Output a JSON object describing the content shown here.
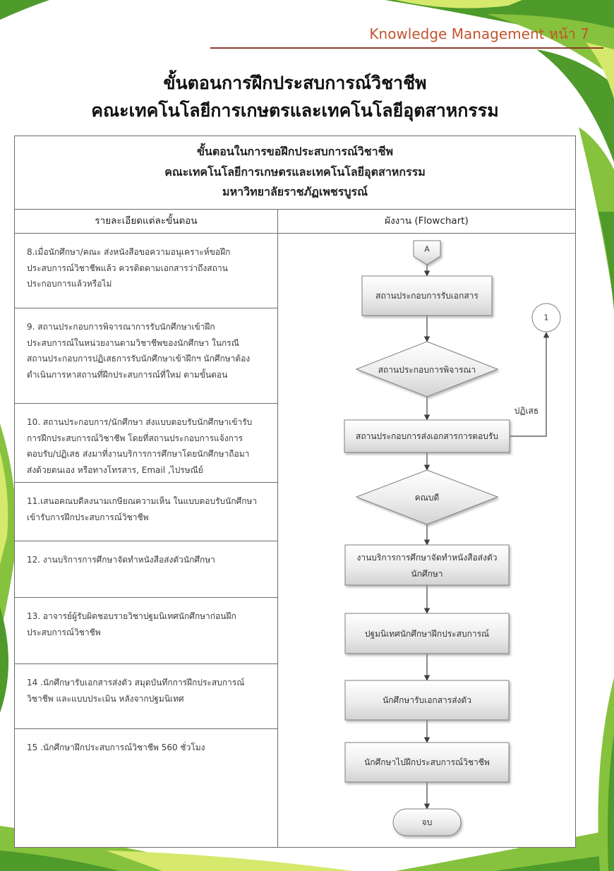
{
  "header": {
    "title": "Knowledge Management หน้า 7"
  },
  "page_title": {
    "line1": "ขั้นตอนการฝึกประสบการณ์วิชาชีพ",
    "line2": "คณะเทคโนโลยีการเกษตรและเทคโนโลยีอุตสาหกรรม"
  },
  "table": {
    "caption": {
      "line1": "ขั้นตอนในการขอฝึกประสบการณ์วิชาชีพ",
      "line2": "คณะเทคโนโลยีการเกษตรและเทคโนโลยีอุตสาหกรรม",
      "line3": "มหาวิทยาลัยราชภัฏเพชรบูรณ์"
    },
    "columns": {
      "details": "รายละเอียดแต่ละขั้นตอน",
      "flowchart": "ผังงาน (Flowchart)"
    },
    "steps": [
      "8.เมื่อนักศึกษา/คณะ ส่งหนังสือขอความอนุเคราะห์ขอฝึก\nประสบการณ์วิชาชีพแล้ว ควรติดตามเอกสารว่าถึงสถาน\nประกอบการแล้วหรือไม่",
      "9. สถานประกอบการพิจารณาการรับนักศึกษาเข้าฝึก\nประสบการณ์ในหน่วยงานตามวิชาชีพของนักศึกษา ในกรณี\nสถานประกอบการปฏิเสธการรับนักศึกษาเข้าฝึกฯ นักศึกษาต้อง\nดำเนินการหาสถานที่ฝึกประสบการณ์ที่ใหม่ ตามขั้นตอน",
      "10. สถานประกอบการ/นักศึกษา ส่งแบบตอบรับนักศึกษาเข้ารับ\nการฝึกประสบการณ์วิชาชีพ โดยที่สถานประกอบการแจ้งการ\nตอบรับ/ปฏิเสธ ส่งมาที่งานบริการการศึกษาโดยนักศึกษาถือมา\nส่งด้วยตนเอง หรือทางโทรสาร, Email ,ไปรษณีย์",
      "11.เสนอคณบดีลงนามเกษียณความเห็น ในแบบตอบรับนักศึกษา\nเข้ารับการฝึกประสบการณ์วิชาชีพ",
      "12. งานบริการการศึกษาจัดทำหนังสือส่งตัวนักศึกษา",
      "13. อาจารย์ผู้รับผิดชอบรายวิชาปฐมนิเทศนักศึกษาก่อนฝึก\nประสบการณ์วิชาชีพ",
      "14 .นักศึกษารับเอกสารส่งตัว สมุดบันทึกการฝึกประสบการณ์\nวิชาชีพ และแบบประเมิน หลังจากปฐมนิเทศ",
      "15 .นักศึกษาฝึกประสบการณ์วิชาชีพ 560 ชั่วโมง"
    ]
  },
  "flowchart": {
    "start_connector": "A",
    "loop_connector": "1",
    "receive_docs": "สถานประกอบการรับเอกสาร",
    "consider_decision": "สถานประกอบการพิจารณา",
    "send_acceptance": "สถานประกอบการส่งเอกสารการตอบรับ",
    "reject_label": "ปฏิเสธ",
    "dean_decision": "คณบดี",
    "referral_letter": [
      "งานบริการการศึกษาจัดทำหนังสือส่งตัว",
      "นักศึกษา"
    ],
    "orientation": "ปฐมนิเทศนักศึกษาฝึกประสบการณ์",
    "receive_referral": "นักศึกษารับเอกสารส่งตัว",
    "go_internship": "นักศึกษาไปฝึกประสบการณ์วิชาชีพ",
    "end": "จบ"
  },
  "colors": {
    "accent": "#c1552f",
    "rule": "#8e3b2c",
    "leaf_dark": "#4e9a2b",
    "leaf_mid": "#86c23d",
    "leaf_light": "#d6e96c"
  }
}
